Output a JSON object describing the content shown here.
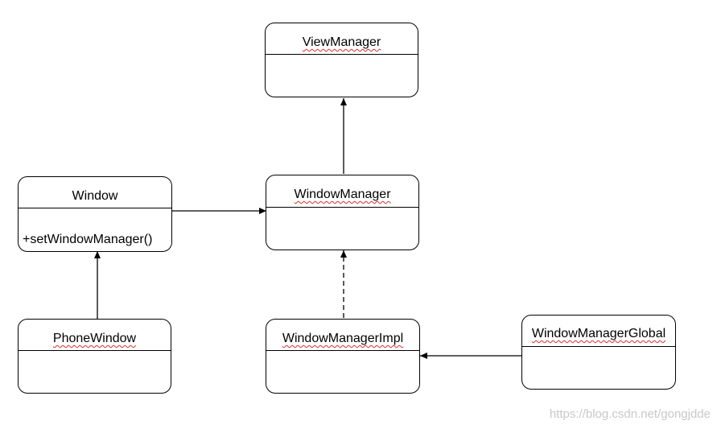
{
  "classes": {
    "view_manager": {
      "name": "ViewManager"
    },
    "window_manager": {
      "name": "WindowManager"
    },
    "window": {
      "name": "Window",
      "method": "+setWindowManager()"
    },
    "phone_window": {
      "name": "PhoneWindow"
    },
    "window_manager_impl": {
      "name": "WindowManagerImpl"
    },
    "window_manager_global": {
      "name": "WindowManagerGlobal"
    }
  },
  "relations": [
    {
      "from": "window_manager",
      "to": "view_manager",
      "type": "inheritance"
    },
    {
      "from": "window",
      "to": "window_manager",
      "type": "association"
    },
    {
      "from": "phone_window",
      "to": "window",
      "type": "inheritance"
    },
    {
      "from": "window_manager_impl",
      "to": "window_manager",
      "type": "realization"
    },
    {
      "from": "window_manager_global",
      "to": "window_manager_impl",
      "type": "association"
    }
  ],
  "watermark": "https://blog.csdn.net/gongjdde"
}
